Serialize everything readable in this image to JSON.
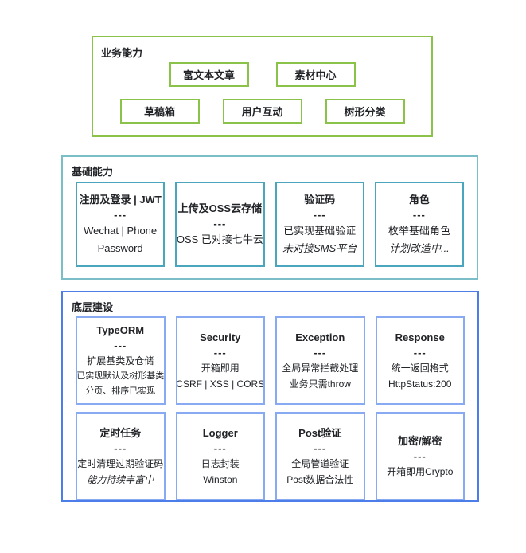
{
  "separator": "---",
  "colors": {
    "business_accent": "#8BC34A",
    "foundation_outer": "#7BBEC8",
    "foundation_card": "#4BA6BD",
    "infrastructure_outer": "#4C7DE8",
    "infrastructure_card": "#87AAF2",
    "text": "#212327"
  },
  "sections": {
    "business": {
      "label": "业务能力",
      "buttons": [
        "富文本文章",
        "素材中心",
        "草稿箱",
        "用户互动",
        "树形分类"
      ]
    },
    "foundation": {
      "label": "基础能力",
      "cards": [
        {
          "title": "注册及登录 | JWT",
          "lines": [
            "Wechat | Phone",
            "Password"
          ]
        },
        {
          "title": "上传及OSS云存储",
          "lines": [
            "OSS 已对接七牛云"
          ]
        },
        {
          "title": "验证码",
          "lines": [
            "已实现基础验证",
            "未对接SMS平台"
          ]
        },
        {
          "title": "角色",
          "lines": [
            "枚举基础角色",
            "计划改造中..."
          ]
        }
      ]
    },
    "infrastructure": {
      "label": "底层建设",
      "cards": [
        {
          "title": "TypeORM",
          "lines": [
            "扩展基类及仓储",
            "已实现默认及树形基类",
            "分页、排序已实现"
          ]
        },
        {
          "title": "Security",
          "lines": [
            "开箱即用",
            "CSRF | XSS | CORS"
          ]
        },
        {
          "title": "Exception",
          "lines": [
            "全局异常拦截处理",
            "业务只需throw"
          ]
        },
        {
          "title": "Response",
          "lines": [
            "统一返回格式",
            "HttpStatus:200"
          ]
        },
        {
          "title": "定时任务",
          "lines": [
            "定时清理过期验证码",
            "能力持续丰富中"
          ]
        },
        {
          "title": "Logger",
          "lines": [
            "日志封装",
            "Winston"
          ]
        },
        {
          "title": "Post验证",
          "lines": [
            "全局管道验证",
            "Post数据合法性"
          ]
        },
        {
          "title": "加密/解密",
          "lines": [
            "开箱即用Crypto"
          ]
        }
      ]
    }
  }
}
